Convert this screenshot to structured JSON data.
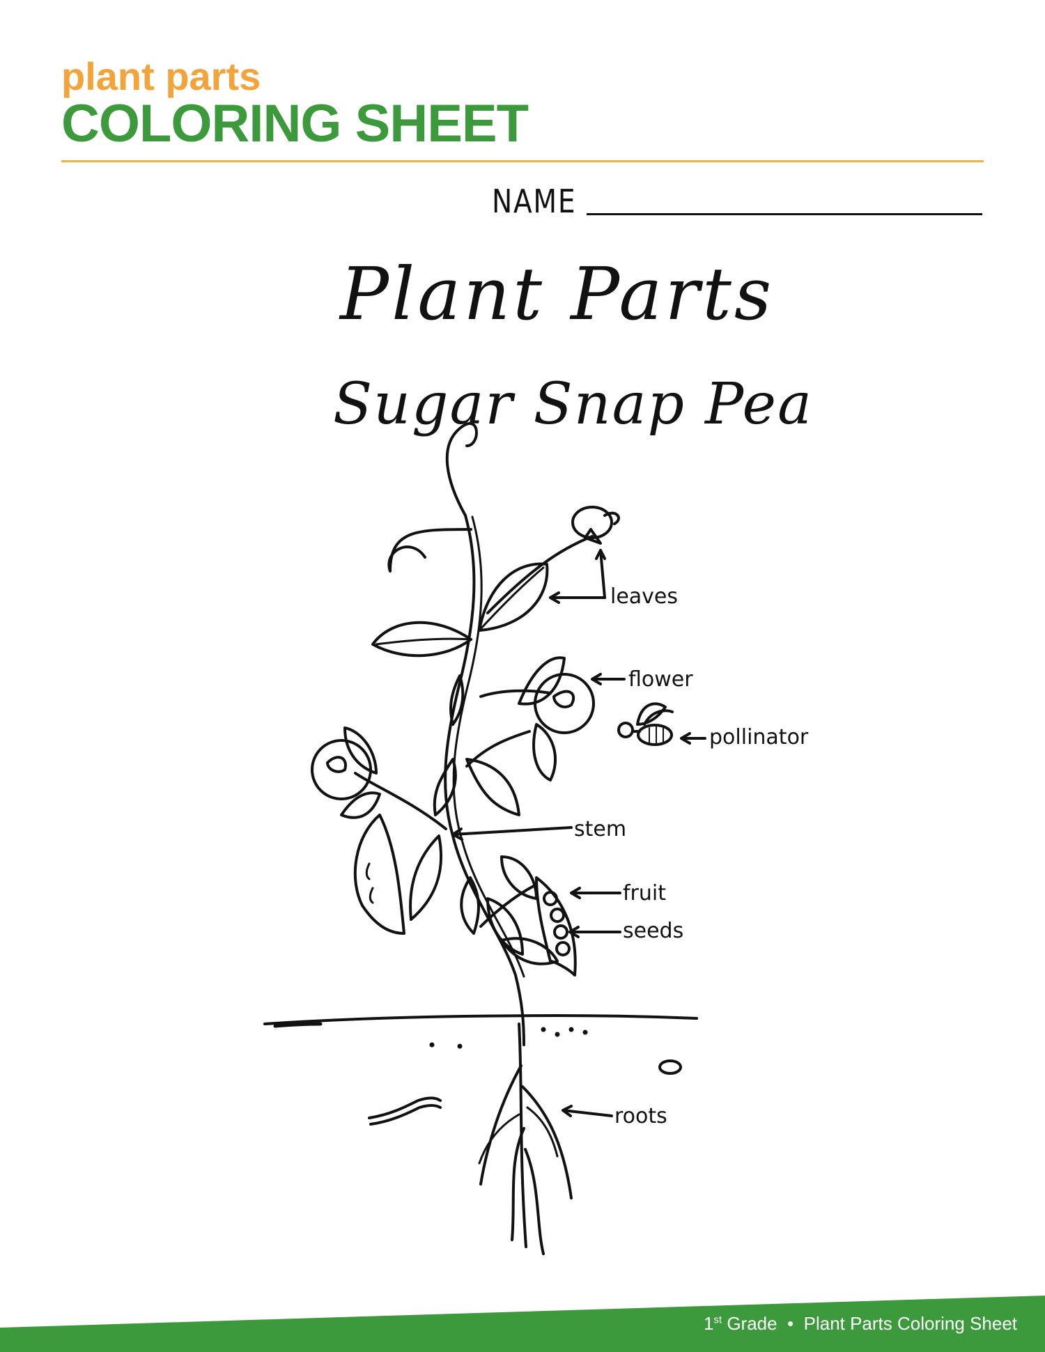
{
  "header": {
    "subtitle": "plant parts",
    "title": "COLORING SHEET"
  },
  "name_field": {
    "label": "NAME"
  },
  "worksheet": {
    "title": "Plant Parts",
    "subtitle": "Sugar Snap Pea"
  },
  "labels": {
    "leaves": "leaves",
    "flower": "flower",
    "pollinator": "pollinator",
    "stem": "stem",
    "fruit": "fruit",
    "seeds": "seeds",
    "roots": "roots"
  },
  "footer": {
    "grade_number": "1",
    "grade_suffix": "st",
    "grade_word": "Grade",
    "bullet": "•",
    "sheet_title": "Plant Parts Coloring Sheet"
  },
  "colors": {
    "orange": "#f2a33a",
    "green": "#3d9a3c",
    "rule": "#f2b23f",
    "ink": "#111111"
  }
}
